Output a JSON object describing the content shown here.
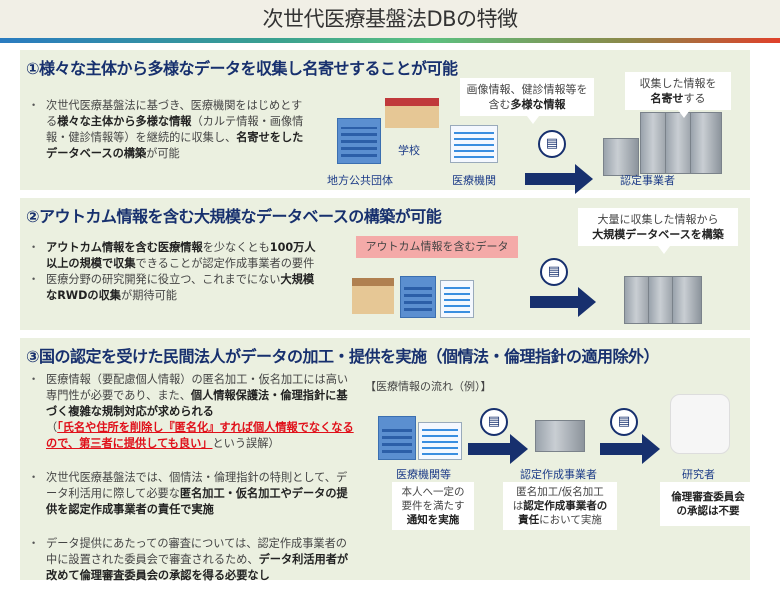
{
  "header": {
    "title": "次世代医療基盤法DBの特徴"
  },
  "section1": {
    "title": "①様々な主体から多様なデータを収集し名寄せすることが可能",
    "bullet": [
      "次世代医療基盤法に基づき、医療機関をはじめとする",
      "様々な主体から多様な情報",
      "（カルテ情報・画像情報・健診情報等）を継続的に収集し、",
      "名寄せをしたデータベースの構築",
      "が可能"
    ],
    "labels": {
      "local_gov": "地方公共団体",
      "school": "学校",
      "hospital": "医療機関",
      "certified": "認定事業者"
    },
    "bubble1": {
      "line1": "画像情報、健診情報等を",
      "pre": "含む",
      "bold": "多様な情報"
    },
    "bubble2": {
      "line1": "収集した情報を",
      "bold": "名寄せ",
      "post": "する"
    }
  },
  "section2": {
    "title": "②アウトカム情報を含む大規模なデータベースの構築が可能",
    "bullet1": [
      "アウトカム情報を含む医療情報",
      "を少なくとも",
      "100万人以上の規模で収集",
      "できることが認定作成事業者の要件"
    ],
    "bullet2": [
      "医療分野の研究開発に役立つ、これまでにない",
      "大規模なRWDの収集",
      "が期待可能"
    ],
    "pink_label": "アウトカム情報を含むデータ",
    "bubble": {
      "line1": "大量に収集した情報から",
      "bold": "大規模データベースを構築"
    }
  },
  "section3": {
    "title": "③国の認定を受けた民間法人がデータの加工・提供を実施（個情法・倫理指針の適用除外）",
    "bullet1": [
      "医療情報（要配慮個人情報）の匿名加工・仮名加工には高い専門性が必要であり、また、",
      "個人情報保護法・倫理指針に基づく複雑な規制対応が求められる"
    ],
    "misconception": {
      "open": "（",
      "red": "「氏名や住所を削除し『匿名化』すれば個人情報でなくなるので、第三者に提供しても良い」",
      "close": "という誤解）"
    },
    "bullet2": [
      "次世代医療基盤法では、個情法・倫理指針の特則として、データ利活用に際して必要な",
      "匿名加工・仮名加工やデータの提供を認定作成事業者の責任で実施"
    ],
    "bullet3": [
      "データ提供にあたっての審査については、認定作成事業者の中に設置された委員会で審査されるため、",
      "データ利活用者が改めて倫理審査委員会の承認を得る必要なし"
    ],
    "flow_title": "【医療情報の流れ（例）】",
    "flow": [
      {
        "label": "医療機関等",
        "desc1": "本人へ一定の",
        "desc2": "要件を満たす",
        "desc_bold": "通知を実施"
      },
      {
        "label": "認定作成事業者",
        "desc1": "匿名加工/仮名加工",
        "desc2_pre": "は",
        "desc2_bold": "認定作成事業者の",
        "desc3_bold": "責任",
        "desc3_post": "において実施"
      },
      {
        "label": "研究者",
        "desc_bold1": "倫理審査委員会",
        "desc_bold2": "の承認は不要"
      }
    ]
  },
  "colors": {
    "title": "#17306e",
    "panel": "#ebf0e0",
    "red": "#e0101a",
    "pink": "#f4aaa8"
  }
}
